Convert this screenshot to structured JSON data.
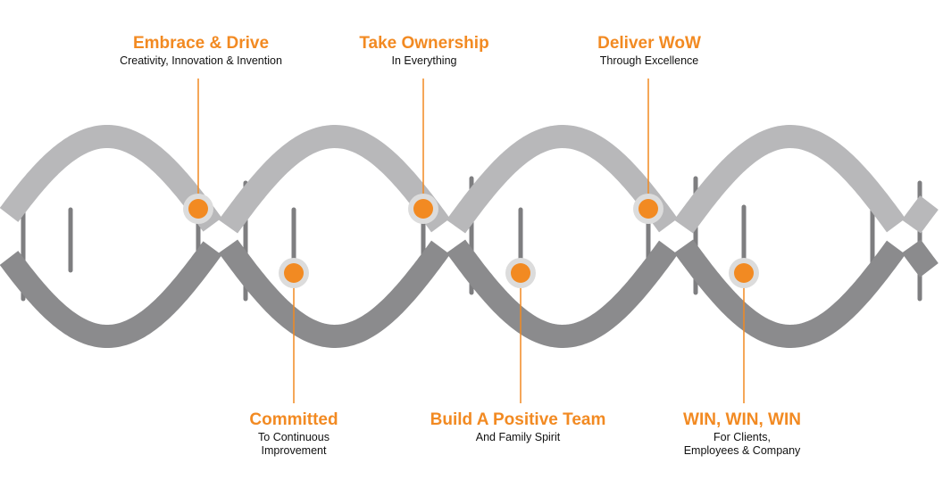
{
  "colors": {
    "accent": "#F28A22",
    "strand_dark": "#8B8B8D",
    "strand_light": "#B8B8BA",
    "rung": "#7E7E80",
    "halo": "#DCDCDC"
  },
  "values": [
    {
      "title": "Embrace & Drive",
      "subtitle": "Creativity, Innovation & Invention",
      "position": "top"
    },
    {
      "title": "Committed",
      "subtitle": "To Continuous\nImprovement",
      "position": "bottom"
    },
    {
      "title": "Take Ownership",
      "subtitle": "In Everything",
      "position": "top"
    },
    {
      "title": "Build A Positive Team",
      "subtitle": "And Family Spirit",
      "position": "bottom"
    },
    {
      "title": "Deliver WoW",
      "subtitle": "Through Excellence",
      "position": "top"
    },
    {
      "title": "WIN, WIN, WIN",
      "subtitle": "For Clients,\nEmployees & Company",
      "position": "bottom"
    }
  ]
}
